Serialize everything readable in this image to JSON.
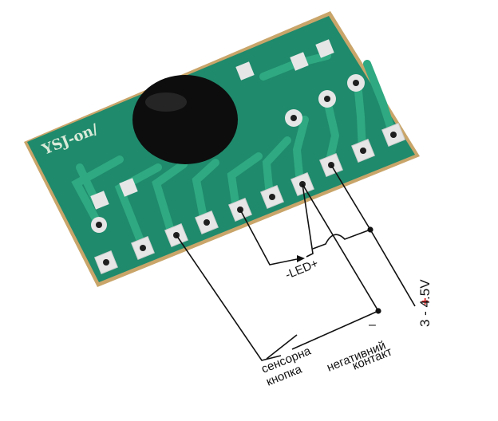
{
  "board": {
    "silkscreen": "YSJ-on/",
    "colors": {
      "pcb": "#1f8a6c",
      "pcb_edge": "#c9a56a",
      "trace": "#2aa07c",
      "pad": "#e8e8e8",
      "epoxy": "#0d0d0d",
      "wire": "#111111",
      "plus": "#e02020"
    }
  },
  "labels": {
    "led": "-LED+",
    "supply_plus": "+",
    "supply": "3 - 4.5V",
    "negative_mark": "–",
    "touch_line1": "сенсорна",
    "touch_line2": "кнопка",
    "neg_line1": "негативний",
    "neg_line2": "контакт"
  }
}
